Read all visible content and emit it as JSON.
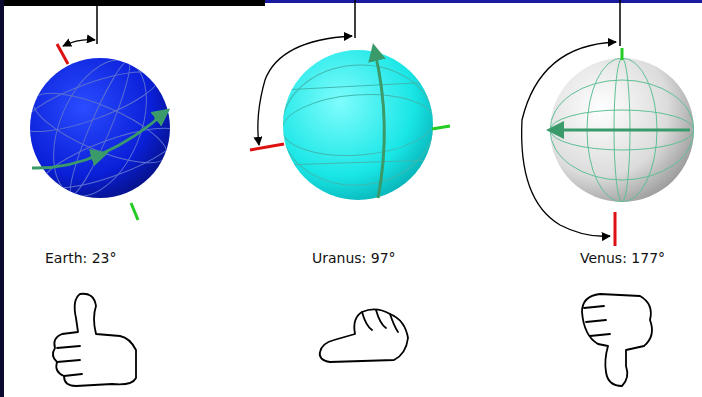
{
  "diagram": {
    "labels": [
      "Earth: 23°",
      "Uranus: 97°",
      "Venus: 177°"
    ]
  }
}
